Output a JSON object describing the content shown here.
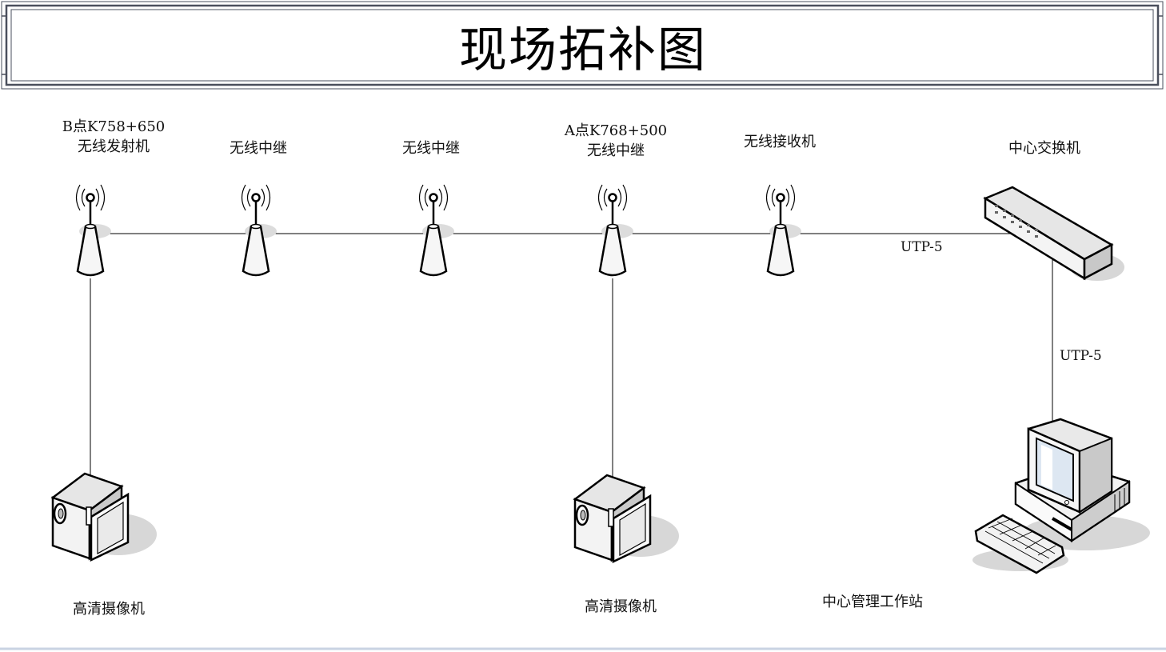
{
  "title": "现场拓补图",
  "nodes": {
    "transmitter": {
      "line1": "B点K758+650",
      "line2": "无线发射机"
    },
    "repeater1": {
      "line1": "无线中继"
    },
    "repeater2": {
      "line1": "无线中继"
    },
    "repeater_a": {
      "line1": "A点K768+500",
      "line2": "无线中继"
    },
    "receiver": {
      "line1": "无线接收机"
    },
    "switch": {
      "line1": "中心交换机"
    },
    "camera1": {
      "line1": "高清摄像机"
    },
    "camera2": {
      "line1": "高清摄像机"
    },
    "workstation": {
      "line1": "中心管理工作站"
    }
  },
  "links": {
    "receiver_switch": "UTP-5",
    "switch_workstation": "UTP-5"
  },
  "icons": {
    "antenna": "antenna-icon",
    "switch": "network-switch-icon",
    "camera": "camcorder-icon",
    "computer": "desktop-computer-icon"
  },
  "colors": {
    "line": "#000000",
    "frame": "#4a4f5c",
    "device": "#f4f4f4",
    "shadow": "#d7d7d7"
  }
}
